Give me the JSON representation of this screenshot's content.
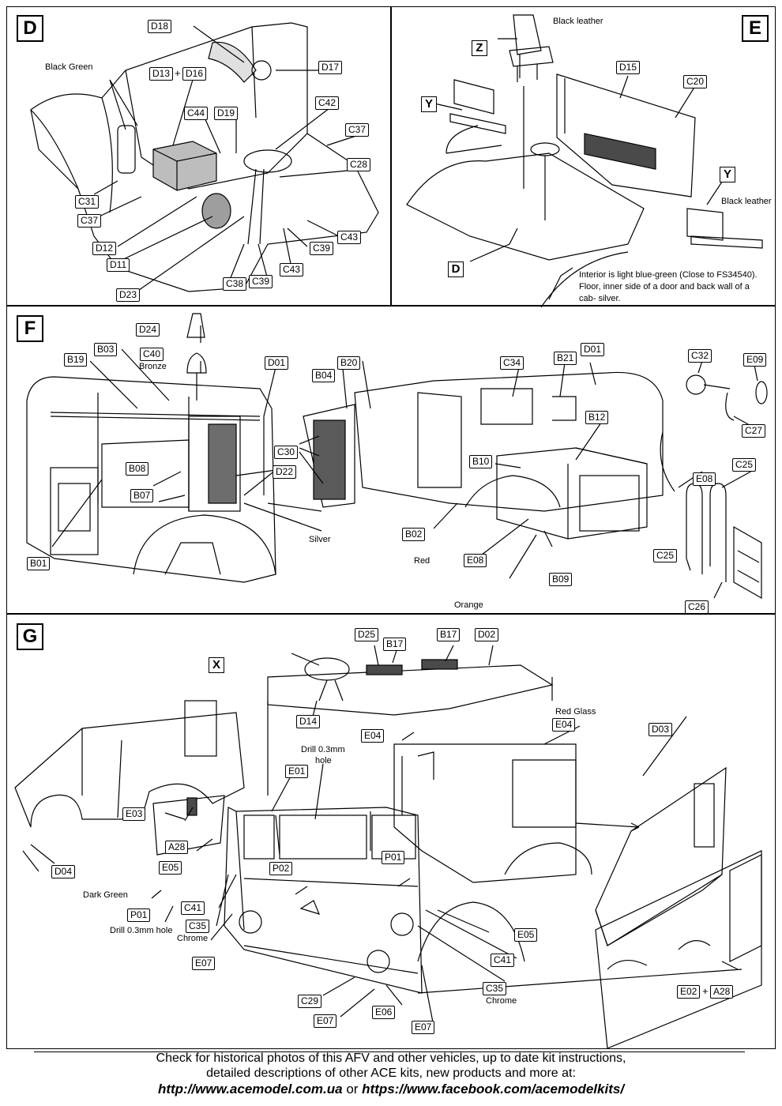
{
  "panels": {
    "D": {
      "letter": "D",
      "callouts": [
        "D18",
        "D17",
        "D13",
        "D16",
        "C44",
        "D19",
        "C42",
        "C37",
        "C28",
        "C31",
        "C37",
        "D12",
        "D11",
        "D23",
        "C38",
        "C39",
        "C43",
        "C39",
        "C43"
      ],
      "plus": "+",
      "notes": [
        "Black Green"
      ]
    },
    "E": {
      "letter": "E",
      "callouts": [
        "D15",
        "C20"
      ],
      "boxes": [
        "Z",
        "Y",
        "Y",
        "D"
      ],
      "notes": [
        "Black leather",
        "Black leather",
        "Interior is light blue-green (Close to FS34540).",
        "Floor, inner side of a door and back wall of a",
        "cab- silver."
      ]
    },
    "F": {
      "letter": "F",
      "callouts": [
        "D24",
        "C40",
        "B19",
        "B03",
        "D01",
        "B08",
        "B07",
        "B01",
        "D22",
        "B04",
        "B20",
        "C30",
        "C34",
        "B21",
        "D01",
        "B12",
        "B10",
        "B02",
        "E08",
        "B09",
        "C32",
        "E09",
        "C27",
        "E08",
        "C25",
        "C25",
        "C26"
      ],
      "notes": [
        "Bronze",
        "Silver",
        "Red",
        "Orange"
      ]
    },
    "G": {
      "letter": "G",
      "callouts": [
        "D25",
        "B17",
        "B17",
        "D02",
        "D14",
        "E04",
        "E04",
        "E01",
        "E03",
        "A28",
        "E05",
        "D04",
        "P01",
        "C41",
        "C35",
        "E07",
        "P02",
        "P01",
        "E05",
        "C41",
        "C35",
        "C29",
        "E07",
        "E06",
        "E07",
        "D03",
        "E02",
        "A28"
      ],
      "boxes": [
        "X"
      ],
      "plus": "+",
      "notes": [
        "Red Glass",
        "Drill 0.3mm",
        "hole",
        "Dark Green",
        "Drill 0.3mm hole",
        "Chrome",
        "Chrome"
      ]
    }
  },
  "footer": {
    "line1": "Check for historical photos of this AFV and  other vehicles, up to date kit instructions,",
    "line2": "detailed descriptions of other ACE kits, new products and more at:",
    "url1": "http://www.acemodel.com.ua",
    "or": " or ",
    "url2": "https://www.facebook.com/acemodelkits/"
  }
}
